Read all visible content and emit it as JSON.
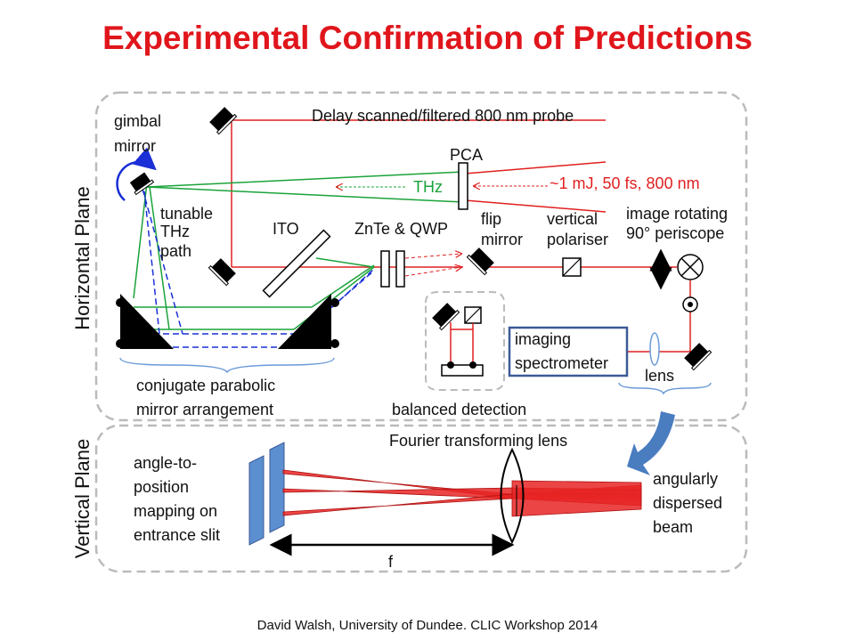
{
  "title": "Experimental Confirmation of Predictions",
  "footer": "David Walsh, University of Dundee. CLIC Workshop 2014",
  "colors": {
    "title": "#e0161c",
    "laser": "#e02020",
    "thz": "#1aa33a",
    "thz_dashed": "#1a2fd6",
    "frame": "#bbbbbb",
    "spectrometer_box": "#3c5a96",
    "slit": "#5b8fd0",
    "arrow": "#4a7cc0"
  },
  "horizontal_plane": {
    "label": "Horizontal Plane",
    "labels": {
      "probe": "Delay scanned/filtered 800 nm probe",
      "gimbal": "gimbal",
      "mirror": "mirror",
      "pca": "PCA",
      "thz": "THz",
      "pump": "~1 mJ, 50 fs, 800 nm",
      "tunable1": "tunable",
      "tunable2": "THz",
      "tunable3": "path",
      "ito": "ITO",
      "znte": "ZnTe & QWP",
      "flip1": "flip",
      "flip2": "mirror",
      "vert1": "vertical",
      "vert2": "polariser",
      "periscope1": "image rotating",
      "periscope2": "90° periscope",
      "spectro1": "imaging",
      "spectro2": "spectrometer",
      "lens": "lens",
      "conj1": "conjugate parabolic",
      "conj2": "mirror arrangement",
      "balanced": "balanced detection"
    }
  },
  "vertical_plane": {
    "label": "Vertical Plane",
    "labels": {
      "angle1": "angle-to-",
      "angle2": "position",
      "angle3": "mapping on",
      "angle4": "entrance slit",
      "ftl": "Fourier transforming lens",
      "disp1": "angularly",
      "disp2": "dispersed",
      "disp3": "beam",
      "f": "f"
    }
  }
}
